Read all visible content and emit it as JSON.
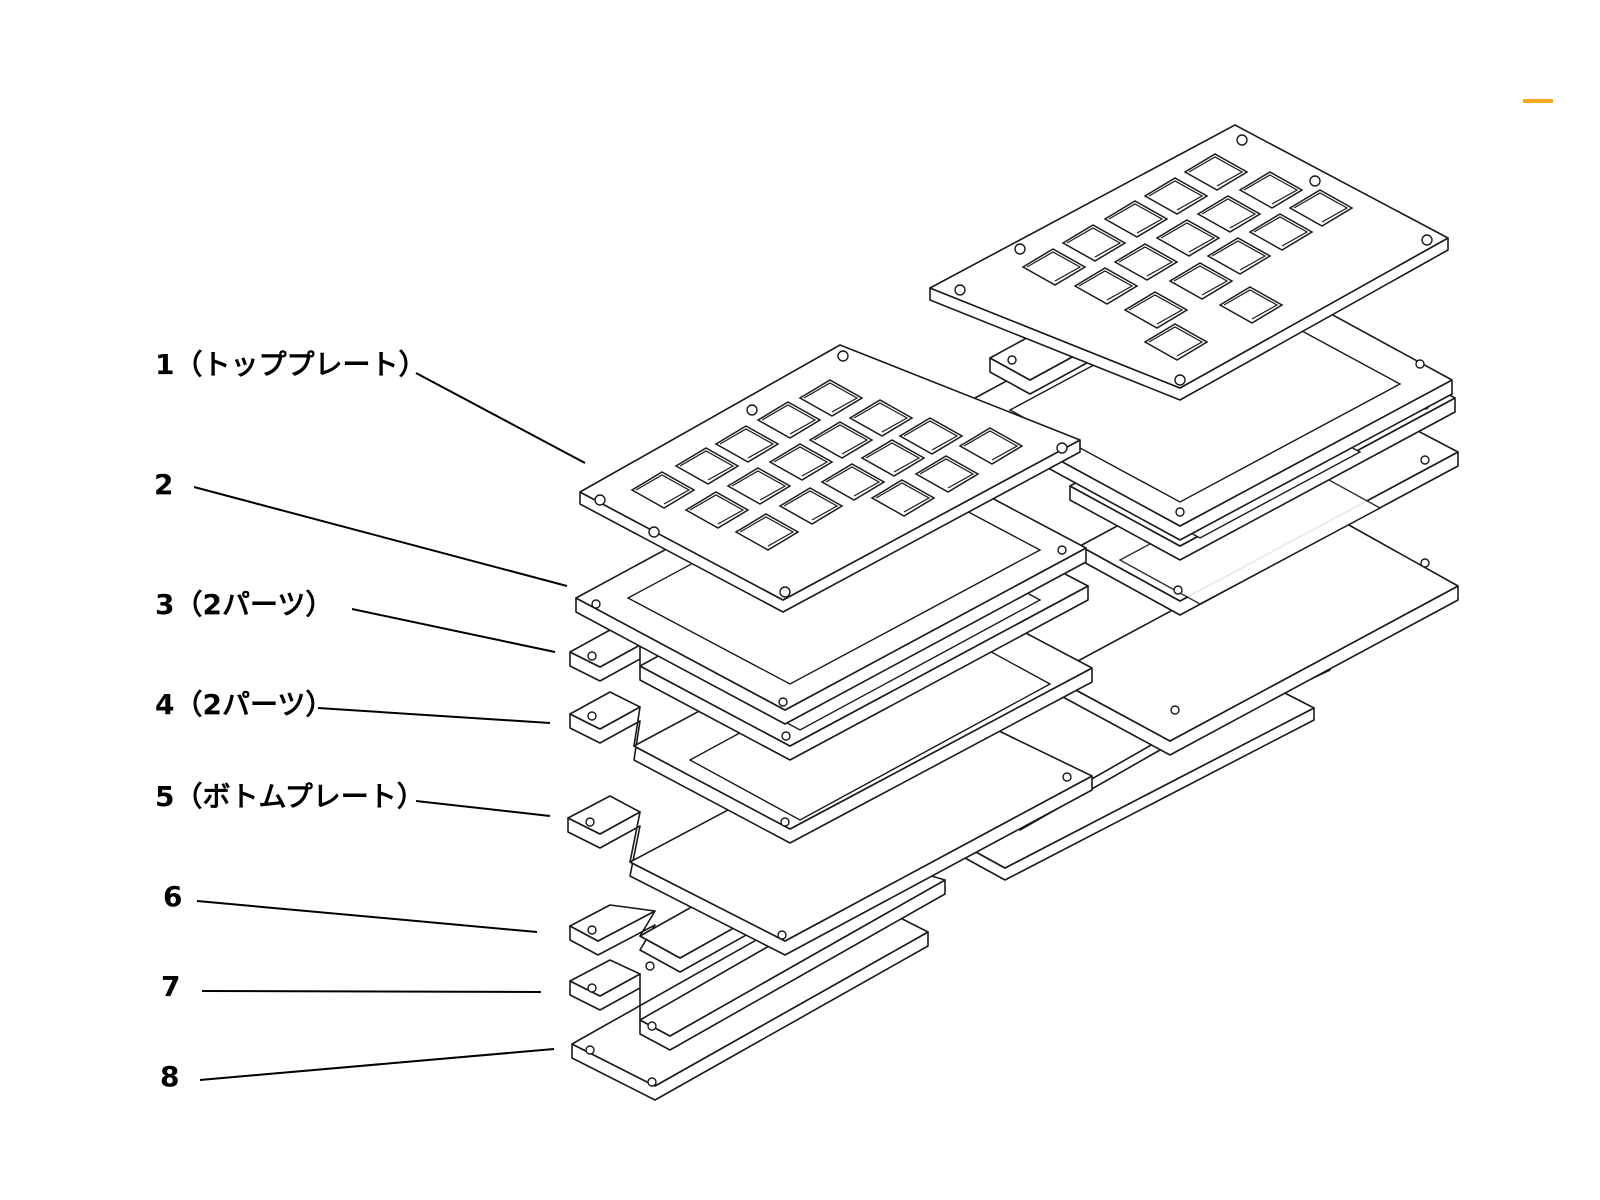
{
  "labels": [
    {
      "id": "1",
      "text": "1（トッププレート）"
    },
    {
      "id": "2",
      "text": "2"
    },
    {
      "id": "3",
      "text": "3（2パーツ）"
    },
    {
      "id": "4",
      "text": "4（2パーツ）"
    },
    {
      "id": "5",
      "text": "5（ボトムプレート）"
    },
    {
      "id": "6",
      "text": "6"
    },
    {
      "id": "7",
      "text": "7"
    },
    {
      "id": "8",
      "text": "8"
    }
  ],
  "colors": {
    "line": "#1a1a1a",
    "label": "#000000",
    "background": "#ffffff",
    "accent_mark": "#f5a623"
  }
}
